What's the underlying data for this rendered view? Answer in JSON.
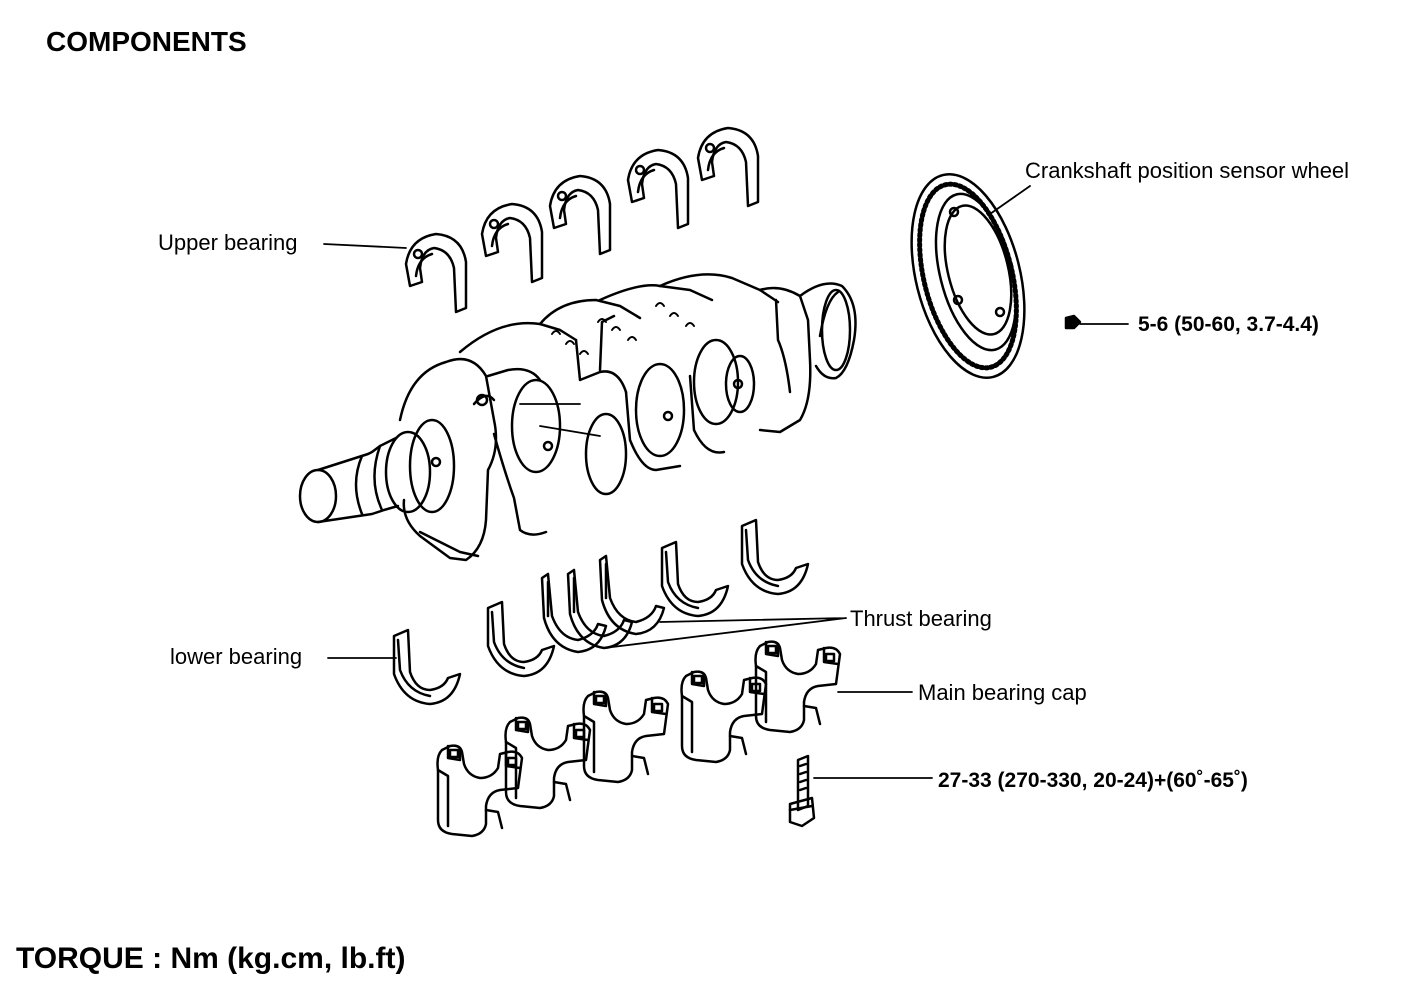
{
  "title": "COMPONENTS",
  "footer": "TORQUE : Nm (kg.cm, lb.ft)",
  "labels": {
    "upper_bearing": "Upper bearing",
    "lower_bearing": "lower bearing",
    "thrust_bearing": "Thrust bearing",
    "main_bearing_cap": "Main bearing cap",
    "sensor_wheel": "Crankshaft position sensor wheel"
  },
  "torques": {
    "sensor_wheel_bolt": "5-6 (50-60, 3.7-4.4)",
    "main_cap_bolt": "27-33 (270-330, 20-24)+(60˚-65˚)"
  },
  "colors": {
    "ink": "#000000",
    "paper": "#ffffff"
  }
}
